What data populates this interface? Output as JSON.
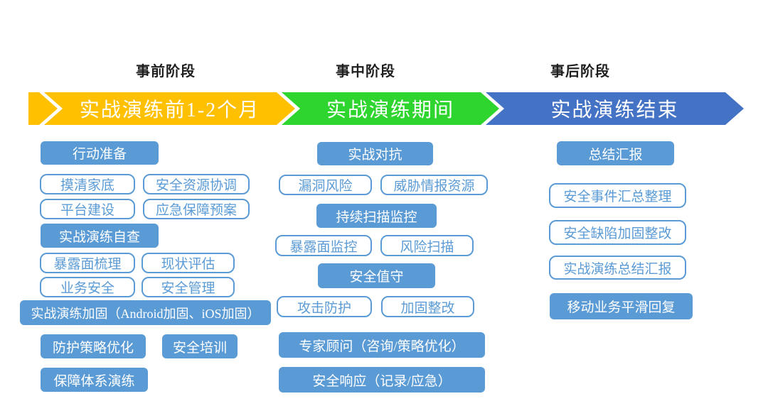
{
  "colors": {
    "pre_banner": "#FFC000",
    "during_banner": "#2ED52E",
    "post_banner": "#4472C4",
    "filled_box": "#5B9BD5",
    "outline_box_border": "#5B9BD5",
    "banner_text": "#FFFFFF",
    "header_text": "#1F1F1F"
  },
  "phases": [
    {
      "header": "事前阶段",
      "banner_label": "实战演练前1-2个月",
      "banner_color": "#FFC000"
    },
    {
      "header": "事中阶段",
      "banner_label": "实战演练期间",
      "banner_color": "#2ED52E"
    },
    {
      "header": "事后阶段",
      "banner_label": "实战演练结束",
      "banner_color": "#4472C4"
    }
  ],
  "columns": [
    {
      "items": [
        {
          "label": "行动准备",
          "style": "filled"
        },
        {
          "label": "摸清家底",
          "style": "outline"
        },
        {
          "label": "安全资源协调",
          "style": "outline"
        },
        {
          "label": "平台建设",
          "style": "outline"
        },
        {
          "label": "应急保障预案",
          "style": "outline"
        },
        {
          "label": "实战演练自查",
          "style": "filled"
        },
        {
          "label": "暴露面梳理",
          "style": "outline"
        },
        {
          "label": "现状评估",
          "style": "outline"
        },
        {
          "label": "业务安全",
          "style": "outline"
        },
        {
          "label": "安全管理",
          "style": "outline"
        },
        {
          "label": "实战演练加固（Android加固、iOS加固）",
          "style": "filled"
        },
        {
          "label": "防护策略优化",
          "style": "filled"
        },
        {
          "label": "安全培训",
          "style": "filled"
        },
        {
          "label": "保障体系演练",
          "style": "filled"
        }
      ]
    },
    {
      "items": [
        {
          "label": "实战对抗",
          "style": "filled"
        },
        {
          "label": "漏洞风险",
          "style": "outline"
        },
        {
          "label": "威胁情报资源",
          "style": "outline"
        },
        {
          "label": "持续扫描监控",
          "style": "filled"
        },
        {
          "label": "暴露面监控",
          "style": "outline"
        },
        {
          "label": "风险扫描",
          "style": "outline"
        },
        {
          "label": "安全值守",
          "style": "filled"
        },
        {
          "label": "攻击防护",
          "style": "outline"
        },
        {
          "label": "加固整改",
          "style": "outline"
        },
        {
          "label": "专家顾问（咨询/策略优化）",
          "style": "filled"
        },
        {
          "label": "安全响应（记录/应急）",
          "style": "filled"
        }
      ]
    },
    {
      "items": [
        {
          "label": "总结汇报",
          "style": "filled"
        },
        {
          "label": "安全事件汇总整理",
          "style": "outline"
        },
        {
          "label": "安全缺陷加固整改",
          "style": "outline"
        },
        {
          "label": "实战演练总结汇报",
          "style": "outline"
        },
        {
          "label": "移动业务平滑回复",
          "style": "filled"
        }
      ]
    }
  ]
}
